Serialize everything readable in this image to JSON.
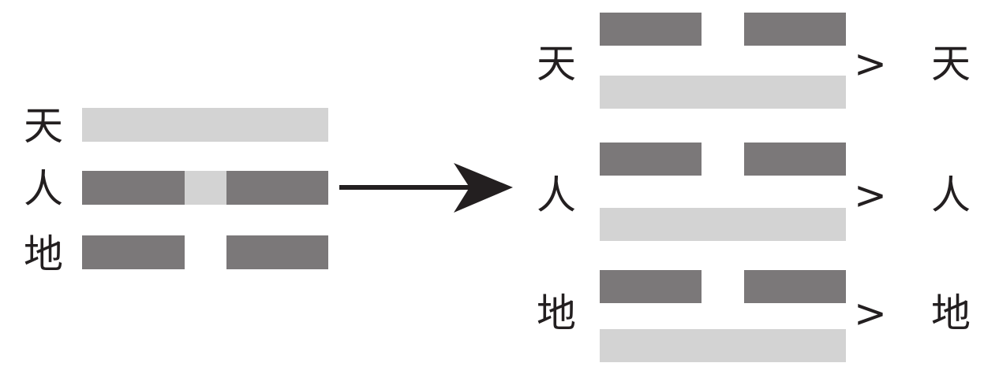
{
  "colors": {
    "dark_bar": "#7b7879",
    "light_bar": "#d3d3d3",
    "ink": "#231f20"
  },
  "left": {
    "labels": [
      "天",
      "人",
      "地"
    ],
    "lines": [
      {
        "segments": [
          "light"
        ]
      },
      {
        "segments": [
          "dark",
          "light",
          "dark"
        ]
      },
      {
        "segments": [
          "dark",
          "gap",
          "dark"
        ]
      }
    ]
  },
  "right": {
    "rows": [
      {
        "label": "天",
        "result": "天",
        "top": {
          "segments": [
            "dark",
            "gap",
            "dark"
          ]
        },
        "bottom": {
          "segments": [
            "light"
          ]
        }
      },
      {
        "label": "人",
        "result": "人",
        "top": {
          "segments": [
            "dark",
            "gap",
            "dark"
          ]
        },
        "bottom": {
          "segments": [
            "light"
          ]
        }
      },
      {
        "label": "地",
        "result": "地",
        "top": {
          "segments": [
            "dark",
            "gap",
            "dark"
          ]
        },
        "bottom": {
          "segments": [
            "light"
          ]
        }
      }
    ]
  },
  "comparison_symbol": ">"
}
